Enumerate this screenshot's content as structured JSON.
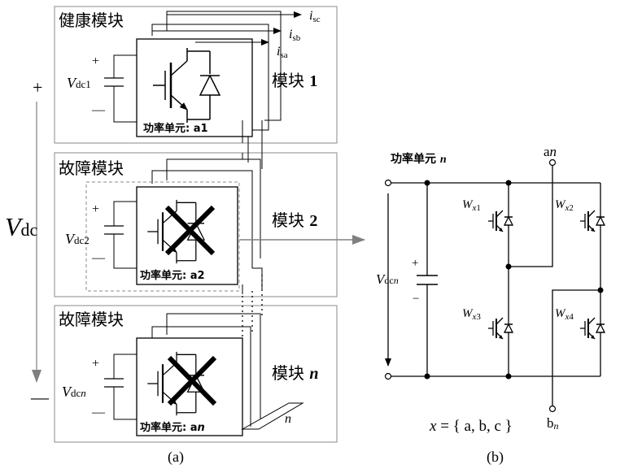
{
  "panel_a": {
    "label": "(a)",
    "vdc": {
      "v": "V",
      "sub": "dc",
      "plus": "+",
      "minus": "—"
    },
    "currents": [
      {
        "i": "i",
        "sub": "sc"
      },
      {
        "i": "i",
        "sub": "sb"
      },
      {
        "i": "i",
        "sub": "sa"
      }
    ],
    "modules": [
      {
        "title": "健康模块",
        "name": "模块",
        "index": "1",
        "vdc_v": "V",
        "vdc_sub": "dc1",
        "unit_prefix": "功率单元: ",
        "unit_id": "a1",
        "faulty": false
      },
      {
        "title": "故障模块",
        "name": "模块",
        "index": "2",
        "vdc_v": "V",
        "vdc_sub": "dc2",
        "unit_prefix": "功率单元: ",
        "unit_id": "a2",
        "faulty": true
      },
      {
        "title": "故障模块",
        "name": "模块",
        "index": "n",
        "vdc_v": "V",
        "vdc_sub": "dc",
        "vdc_sub_it": "n",
        "unit_prefix": "功率单元: ",
        "unit_id": "a",
        "unit_id_it": "n",
        "faulty": true
      }
    ],
    "n_label": "n"
  },
  "panel_b": {
    "label": "(b)",
    "title_cn": "功率单元 ",
    "title_n": "n",
    "terminal_a": "a",
    "terminal_a_sub": "n",
    "terminal_b": "b",
    "terminal_b_sub": "n",
    "vdc": {
      "v": "V",
      "sub": "dc",
      "sub_it": "n"
    },
    "cap_plus": "+",
    "cap_minus": "−",
    "switches": [
      {
        "w": "W",
        "x": "x",
        "num": "1"
      },
      {
        "w": "W",
        "x": "x",
        "num": "2"
      },
      {
        "w": "W",
        "x": "x",
        "num": "3"
      },
      {
        "w": "W",
        "x": "x",
        "num": "4"
      }
    ],
    "set_x": "x",
    "set_eq": " = { a, b, c }"
  },
  "colors": {
    "line": "#000000",
    "frame": "#8a8a8a",
    "arrow": "#808080",
    "dash": "#8a8a8a"
  }
}
